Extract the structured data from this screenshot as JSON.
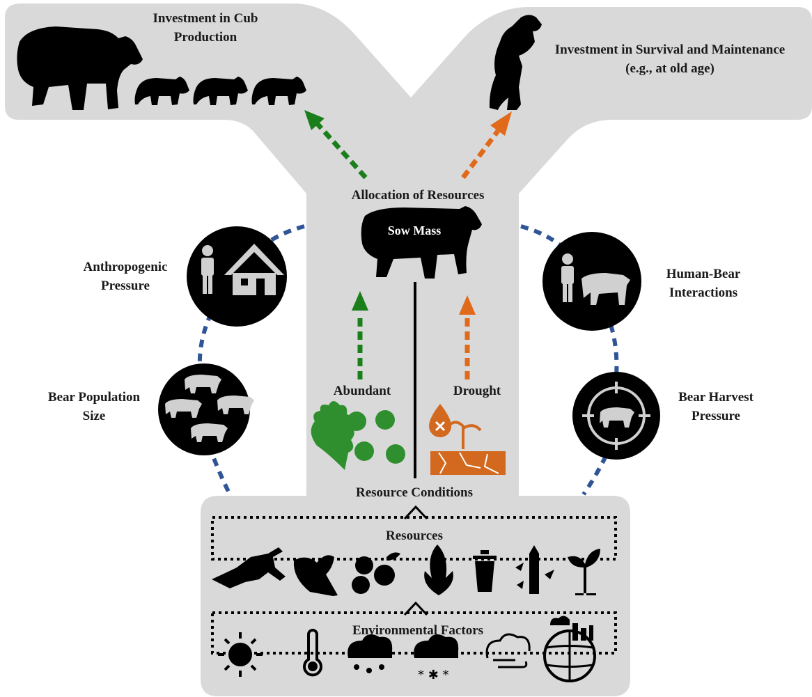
{
  "colors": {
    "background": "#ffffff",
    "panel": "#d9d9d9",
    "silhouette": "#000000",
    "positive_arrow": "#1a7f1a",
    "negative_arrow": "#e06a1a",
    "connector": "#2f5597",
    "icon_light": "#d0d0d0"
  },
  "top_left": {
    "title_line1": "Investment in Cub",
    "title_line2": "Production",
    "icons": [
      "adult-bear-walking-icon",
      "cub-icon",
      "cub-icon",
      "cub-icon"
    ]
  },
  "top_right": {
    "title_line1": "Investment in Survival and Maintenance",
    "title_line2": "(e.g., at old age)",
    "icons": [
      "standing-bear-icon"
    ]
  },
  "center": {
    "allocation_label": "Allocation of Resources",
    "sow_mass_label": "Sow Mass",
    "abundant_label": "Abundant",
    "drought_label": "Drought",
    "abundant_icons": [
      "oak-leaf-icon",
      "acorn-icon"
    ],
    "drought_icons": [
      "water-drop-x-icon",
      "wilted-sprout-icon",
      "cracked-soil-icon"
    ]
  },
  "left_factors": [
    {
      "line1": "Anthropogenic",
      "line2": "Pressure",
      "icon": "person-house-icon"
    },
    {
      "line1": "Bear Population",
      "line2": "Size",
      "icon": "bear-group-icon"
    }
  ],
  "right_factors": [
    {
      "line1": "Human-Bear",
      "line2": "Interactions",
      "icon": "person-bear-icon"
    },
    {
      "line1": "Bear Harvest",
      "line2": "Pressure",
      "icon": "crosshair-bear-icon"
    }
  ],
  "bottom": {
    "resource_conditions_label": "Resource Conditions",
    "resources_label": "Resources",
    "environmental_label": "Environmental Factors",
    "resource_icons": [
      "deer-carcass-icon",
      "leafy-plant-icon",
      "berries-icon",
      "corn-icon",
      "trash-can-icon",
      "bird-feeder-icon",
      "seedling-icon"
    ],
    "environment_icons": [
      "sun-icon",
      "thermometer-icon",
      "rain-cloud-icon",
      "snow-cloud-icon",
      "wind-cloud-icon",
      "climate-globe-icon"
    ]
  }
}
